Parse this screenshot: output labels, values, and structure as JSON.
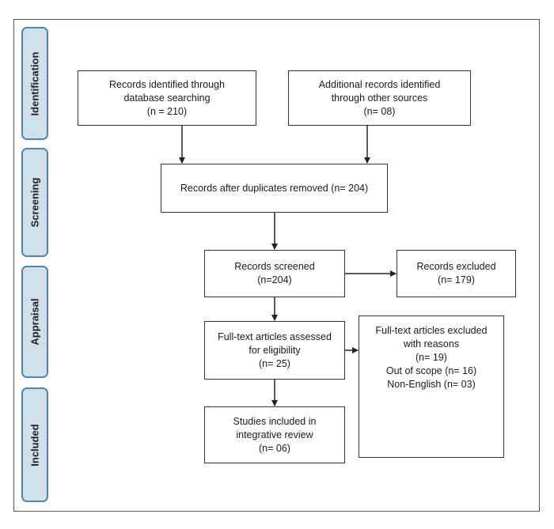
{
  "stages": {
    "identification": "Identification",
    "screening": "Screening",
    "appraisal": "Appraisal",
    "included": "Included"
  },
  "boxes": {
    "database": "Records identified through\ndatabase searching\n(n = 210)",
    "other_sources": "Additional records identified\nthrough other sources\n(n= 08)",
    "duplicates_removed": "Records after duplicates removed (n= 204)",
    "screened": "Records screened\n(n=204)",
    "excluded": "Records excluded\n(n= 179)",
    "fulltext_assessed": "Full-text articles assessed\nfor eligibility\n(n= 25)",
    "fulltext_excluded": "Full-text articles excluded\nwith reasons\n(n= 19)\nOut of scope (n= 16)\nNon-English (n= 03)",
    "included": "Studies included in\nintegrative review\n(n= 06)"
  },
  "colors": {
    "stage_fill": "#cfe0ea",
    "stage_border": "#4f86a8"
  }
}
